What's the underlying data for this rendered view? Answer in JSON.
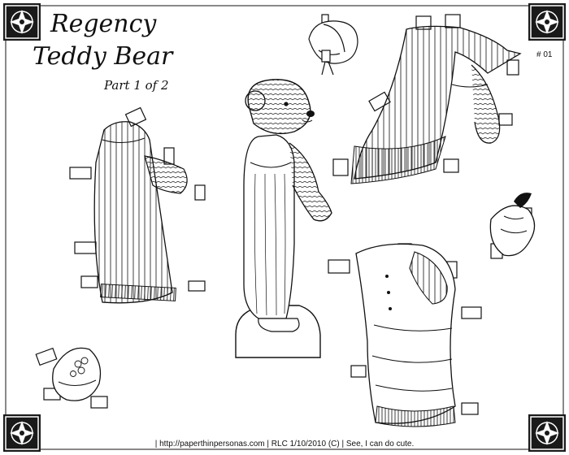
{
  "title": {
    "line1": "Regency",
    "line2": "Teddy Bear",
    "part": "Part 1 of 2"
  },
  "sheet_number": "# 01",
  "footer": {
    "credit": "| http://paperthinpersonas.com | RLC 1/10/2010 (C) | See, I can do cute."
  },
  "colors": {
    "ink": "#111111",
    "paper": "#ffffff",
    "corner_tile": "#1a1a1a"
  },
  "icons": {
    "corner": "ornate-tile-icon",
    "bear": "teddy-bear-paper-doll",
    "bonnet": "bonnet-icon",
    "hat": "feathered-hat-icon"
  }
}
